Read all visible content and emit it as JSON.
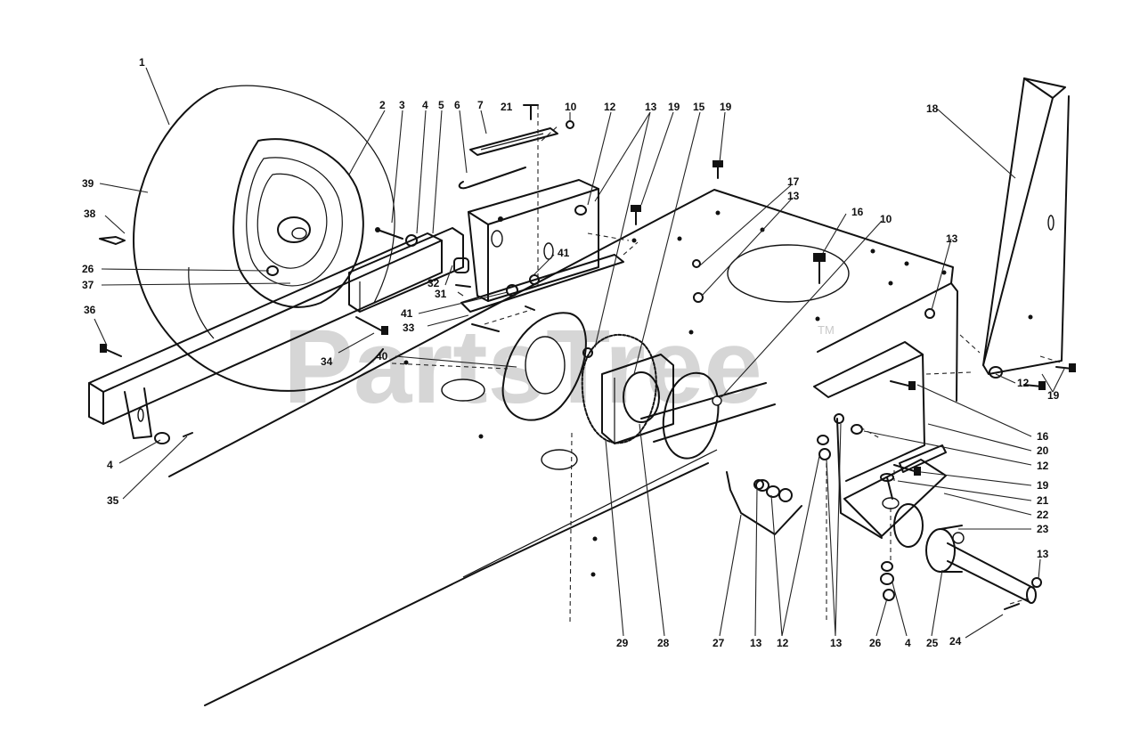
{
  "watermark": {
    "text": "PartsTree",
    "trademark": "TM"
  },
  "callouts": [
    {
      "id": "c-1",
      "label": "1"
    },
    {
      "id": "c-2",
      "label": "2"
    },
    {
      "id": "c-3",
      "label": "3"
    },
    {
      "id": "c-4a",
      "label": "4"
    },
    {
      "id": "c-5",
      "label": "5"
    },
    {
      "id": "c-6",
      "label": "6"
    },
    {
      "id": "c-7",
      "label": "7"
    },
    {
      "id": "c-21a",
      "label": "21"
    },
    {
      "id": "c-10a",
      "label": "10"
    },
    {
      "id": "c-12a",
      "label": "12"
    },
    {
      "id": "c-13a",
      "label": "13"
    },
    {
      "id": "c-19a",
      "label": "19"
    },
    {
      "id": "c-15",
      "label": "15"
    },
    {
      "id": "c-19b",
      "label": "19"
    },
    {
      "id": "c-18",
      "label": "18"
    },
    {
      "id": "c-39",
      "label": "39"
    },
    {
      "id": "c-38",
      "label": "38"
    },
    {
      "id": "c-17",
      "label": "17"
    },
    {
      "id": "c-13b",
      "label": "13"
    },
    {
      "id": "c-16a",
      "label": "16"
    },
    {
      "id": "c-10b",
      "label": "10"
    },
    {
      "id": "c-13c",
      "label": "13"
    },
    {
      "id": "c-41a",
      "label": "41"
    },
    {
      "id": "c-26a",
      "label": "26"
    },
    {
      "id": "c-37",
      "label": "37"
    },
    {
      "id": "c-32",
      "label": "32"
    },
    {
      "id": "c-31",
      "label": "31"
    },
    {
      "id": "c-41b",
      "label": "41"
    },
    {
      "id": "c-33",
      "label": "33"
    },
    {
      "id": "c-36",
      "label": "36"
    },
    {
      "id": "c-34",
      "label": "34"
    },
    {
      "id": "c-40",
      "label": "40"
    },
    {
      "id": "c-12b",
      "label": "12"
    },
    {
      "id": "c-19c",
      "label": "19"
    },
    {
      "id": "c-16b",
      "label": "16"
    },
    {
      "id": "c-20",
      "label": "20"
    },
    {
      "id": "c-12c",
      "label": "12"
    },
    {
      "id": "c-19d",
      "label": "19"
    },
    {
      "id": "c-21b",
      "label": "21"
    },
    {
      "id": "c-22",
      "label": "22"
    },
    {
      "id": "c-23",
      "label": "23"
    },
    {
      "id": "c-13d",
      "label": "13"
    },
    {
      "id": "c-4b",
      "label": "4"
    },
    {
      "id": "c-35",
      "label": "35"
    },
    {
      "id": "c-29",
      "label": "29"
    },
    {
      "id": "c-28",
      "label": "28"
    },
    {
      "id": "c-27",
      "label": "27"
    },
    {
      "id": "c-13e",
      "label": "13"
    },
    {
      "id": "c-12d",
      "label": "12"
    },
    {
      "id": "c-13f",
      "label": "13"
    },
    {
      "id": "c-26b",
      "label": "26"
    },
    {
      "id": "c-4c",
      "label": "4"
    },
    {
      "id": "c-25",
      "label": "25"
    },
    {
      "id": "c-24",
      "label": "24"
    }
  ]
}
